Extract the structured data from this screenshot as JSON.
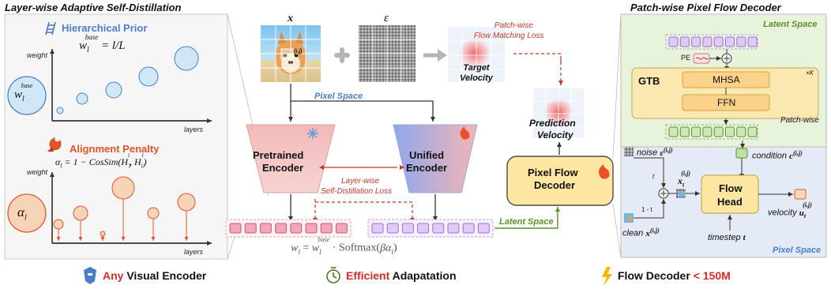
{
  "left_panel": {
    "title": "Layer-wise Adaptive  Self-Distillation",
    "prior": {
      "heading": "Hierarchical Prior",
      "formula": "w_l^base = l / L",
      "y_label": "weight",
      "x_label": "layers",
      "symbol": "w_l^base"
    },
    "penalty": {
      "heading": "Alignment Penalty",
      "formula": "α_l = 1 − CosSim(H_T^l, H_U^l)",
      "y_label": "weight",
      "x_label": "layers",
      "symbol": "α_l"
    }
  },
  "middle": {
    "x_label": "x",
    "eps_label": "ε",
    "plus": "+",
    "patch_label": "(i,j)",
    "target_velocity": "Target Velocity",
    "flow_loss": [
      "Patch-wise",
      "Flow Matching Loss"
    ],
    "pixel_space": "Pixel Space",
    "prediction_velocity": [
      "Prediction",
      "Velocity"
    ],
    "pretrained_encoder": [
      "Pretrained",
      "Encoder"
    ],
    "unified_encoder": [
      "Unified",
      "Encoder"
    ],
    "distill_loss": [
      "Layer-wise",
      "Self-Distillation Loss"
    ],
    "pixel_flow_decoder": [
      "Pixel Flow",
      "Decoder"
    ],
    "latent_space": "Latent Space",
    "weight_formula": "w_l = w_l^base · Softmax(βα_l)"
  },
  "right_panel": {
    "title": "Patch-wise Pixel Flow Decoder",
    "latent_space": "Latent Space",
    "pe": "PE",
    "gtb": "GTB",
    "repeat": "×K",
    "mhsa": "MHSA",
    "ffn": "FFN",
    "patch_wise": "Patch-wise",
    "condition": "condition",
    "condition_sym": "c^(i,j)",
    "noise": "noise",
    "noise_sym": "ε^(i,j)",
    "t": "t",
    "one_minus_t": "1 - t",
    "clean": "clean",
    "clean_sym": "x^(i,j)",
    "xt_sym": "x_t^(i,j)",
    "flow_head": [
      "Flow",
      "Head"
    ],
    "velocity": "velocity",
    "velocity_sym": "u_t^(i,j)",
    "timestep": "timestep",
    "timestep_sym": "t",
    "pixel_space": "Pixel Space"
  },
  "bottom": {
    "item1_accent": "Any",
    "item1_rest": " Visual Encoder",
    "item2_accent": "Efficient",
    "item2_rest": " Adapatation",
    "item3_rest": "Flow Decoder ",
    "item3_accent": "< 150M"
  },
  "colors": {
    "accent_red": "#d42a2a",
    "prior_blue": "#4a7fc8",
    "penalty_orange": "#e0552a",
    "latent_pink": "#f2a8b8",
    "latent_purple": "#c9a8f0",
    "decoder_yellow": "#fde7a3",
    "green_bg": "#e8f3dc",
    "blue_bg": "#e4ebf6"
  }
}
